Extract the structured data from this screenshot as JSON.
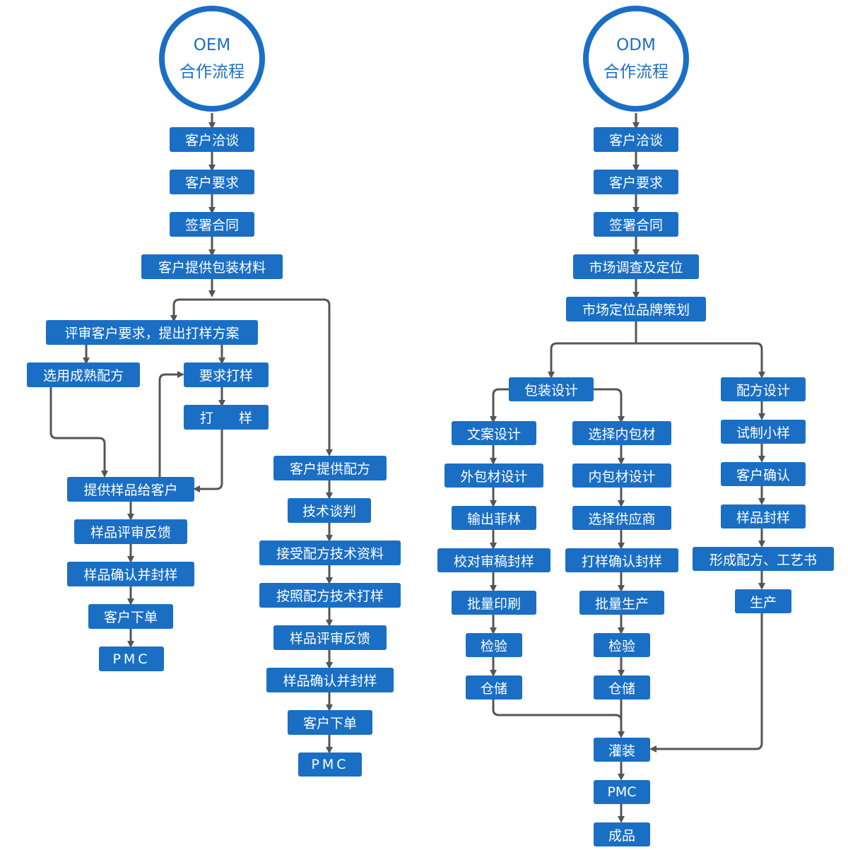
{
  "oem": {
    "title_line1": "OEM",
    "title_line2": "合作流程",
    "n1": "客户洽谈",
    "n2": "客户要求",
    "n3": "签署合同",
    "n4": "客户提供包装材料",
    "n5": "评审客户要求，提出打样方案",
    "n6": "选用成熟配方",
    "n7": "要求打样",
    "n8": "打样",
    "n9": "提供样品给客户",
    "n10": "样品评审反馈",
    "n11": "样品确认并封样",
    "n12": "客户下单",
    "n13": "PMC",
    "r1": "客户提供配方",
    "r2": "技术谈判",
    "r3": "接受配方技术资料",
    "r4": "按照配方技术打样",
    "r5": "样品评审反馈",
    "r6": "样品确认并封样",
    "r7": "客户下单",
    "r8": "PMC"
  },
  "odm": {
    "title_line1": "ODM",
    "title_line2": "合作流程",
    "n1": "客户洽谈",
    "n2": "客户要求",
    "n3": "签署合同",
    "n4": "市场调查及定位",
    "n5": "市场定位品牌策划",
    "pkg": "包装设计",
    "a1": "文案设计",
    "a2": "外包材设计",
    "a3": "输出菲林",
    "a4": "校对审稿封样",
    "a5": "批量印刷",
    "a6": "检验",
    "a7": "仓储",
    "b1": "选择内包材",
    "b2": "内包材设计",
    "b3": "选择供应商",
    "b4": "打样确认封样",
    "b5": "批量生产",
    "b6": "检验",
    "b7": "仓储",
    "c0": "配方设计",
    "c1": "试制小样",
    "c2": "客户确认",
    "c3": "样品封样",
    "c4": "形成配方、工艺书",
    "c5": "生产",
    "f1": "灌装",
    "f2": "PMC",
    "f3": "成品"
  }
}
